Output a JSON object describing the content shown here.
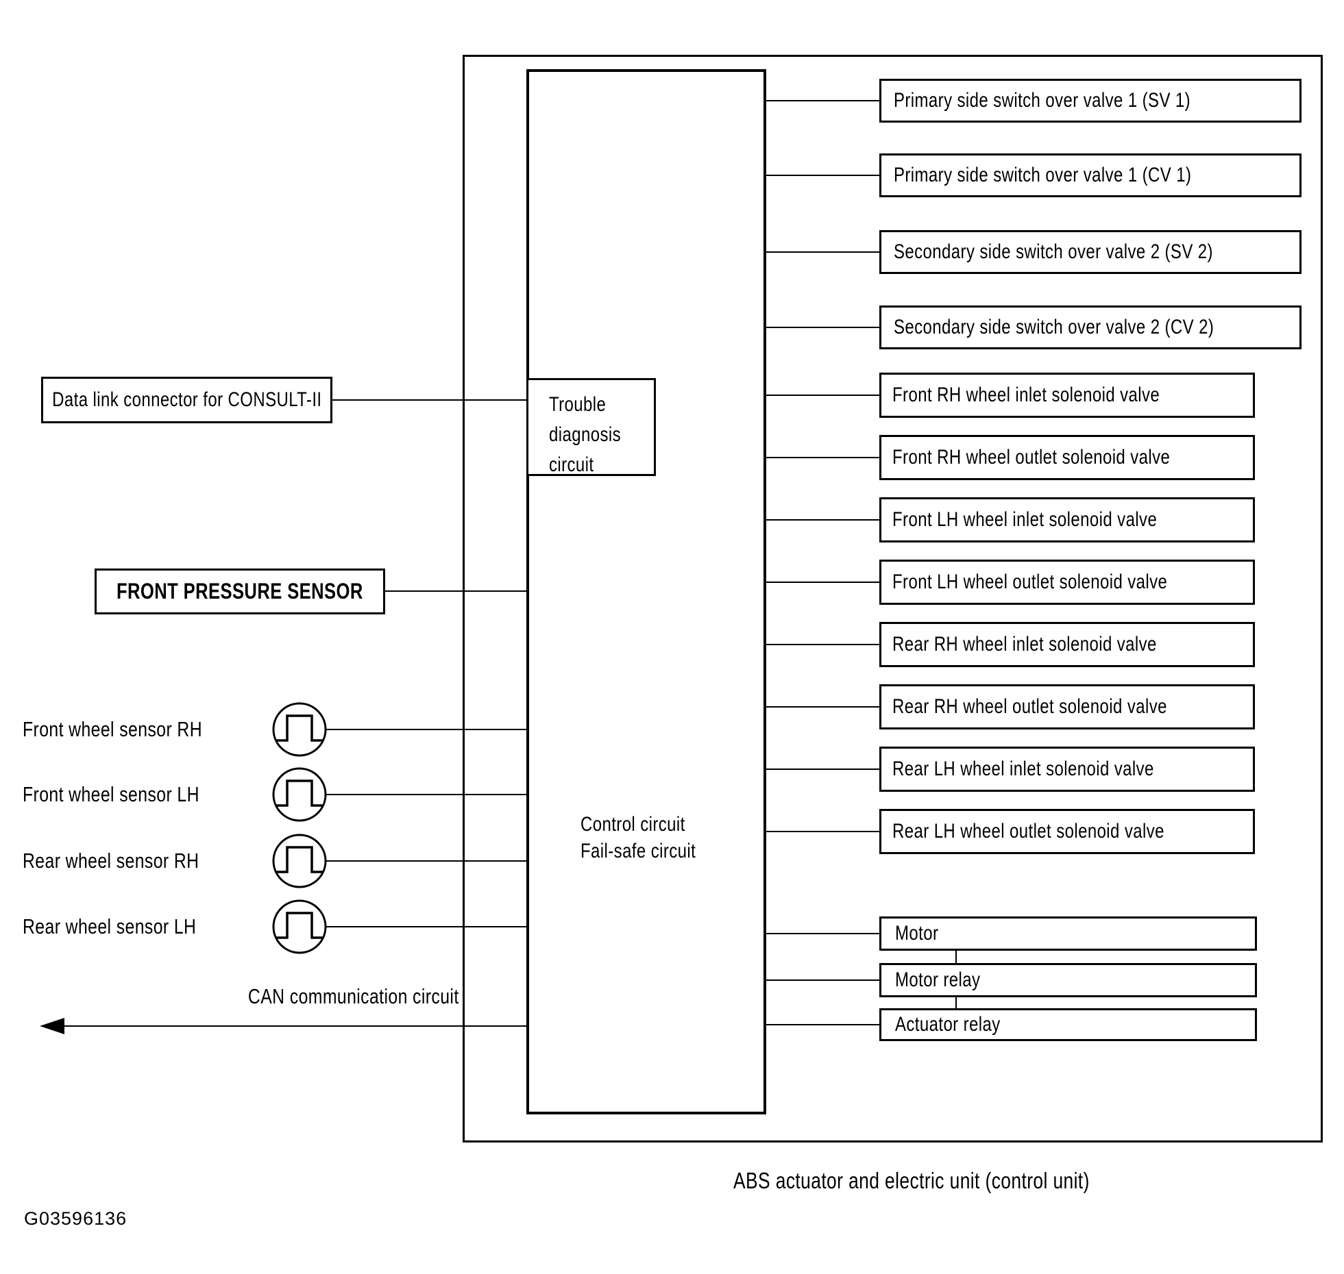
{
  "figure": {
    "caption": "ABS actuator and electric unit (control unit)",
    "code": "G03596136",
    "colors": {
      "ink": "#000000",
      "paper": "#ffffff"
    },
    "control_unit": {
      "trouble_line1": "Trouble",
      "trouble_line2": "diagnosis",
      "trouble_line3": "circuit",
      "control_line1": "Control circuit",
      "control_line2": "Fail-safe circuit"
    },
    "inputs": {
      "data_link_label": "Data link connector for CONSULT-II",
      "pressure_sensor_label": "FRONT PRESSURE SENSOR",
      "wheel_sensors": [
        {
          "label": "Front wheel sensor RH"
        },
        {
          "label": "Front wheel sensor LH"
        },
        {
          "label": "Rear wheel sensor RH"
        },
        {
          "label": "Rear wheel sensor LH"
        }
      ],
      "can_label": "CAN communication circuit"
    },
    "outputs": {
      "switch_over_valves": [
        {
          "label": "Primary side switch over valve 1 (SV 1)"
        },
        {
          "label": "Primary side switch over valve 1 (CV 1)"
        },
        {
          "label": "Secondary side switch over valve 2 (SV 2)"
        },
        {
          "label": "Secondary side switch over valve 2 (CV 2)"
        }
      ],
      "solenoid_valves": [
        {
          "label": "Front RH wheel inlet solenoid valve"
        },
        {
          "label": "Front RH wheel outlet solenoid valve"
        },
        {
          "label": "Front LH wheel inlet solenoid valve"
        },
        {
          "label": "Front LH wheel outlet solenoid valve"
        },
        {
          "label": "Rear RH wheel inlet solenoid valve"
        },
        {
          "label": "Rear RH wheel outlet solenoid valve"
        },
        {
          "label": "Rear LH wheel inlet solenoid valve"
        },
        {
          "label": "Rear LH wheel outlet solenoid valve"
        }
      ],
      "motor_group": [
        {
          "label": "Motor"
        },
        {
          "label": "Motor relay"
        },
        {
          "label": "Actuator relay"
        }
      ]
    }
  }
}
